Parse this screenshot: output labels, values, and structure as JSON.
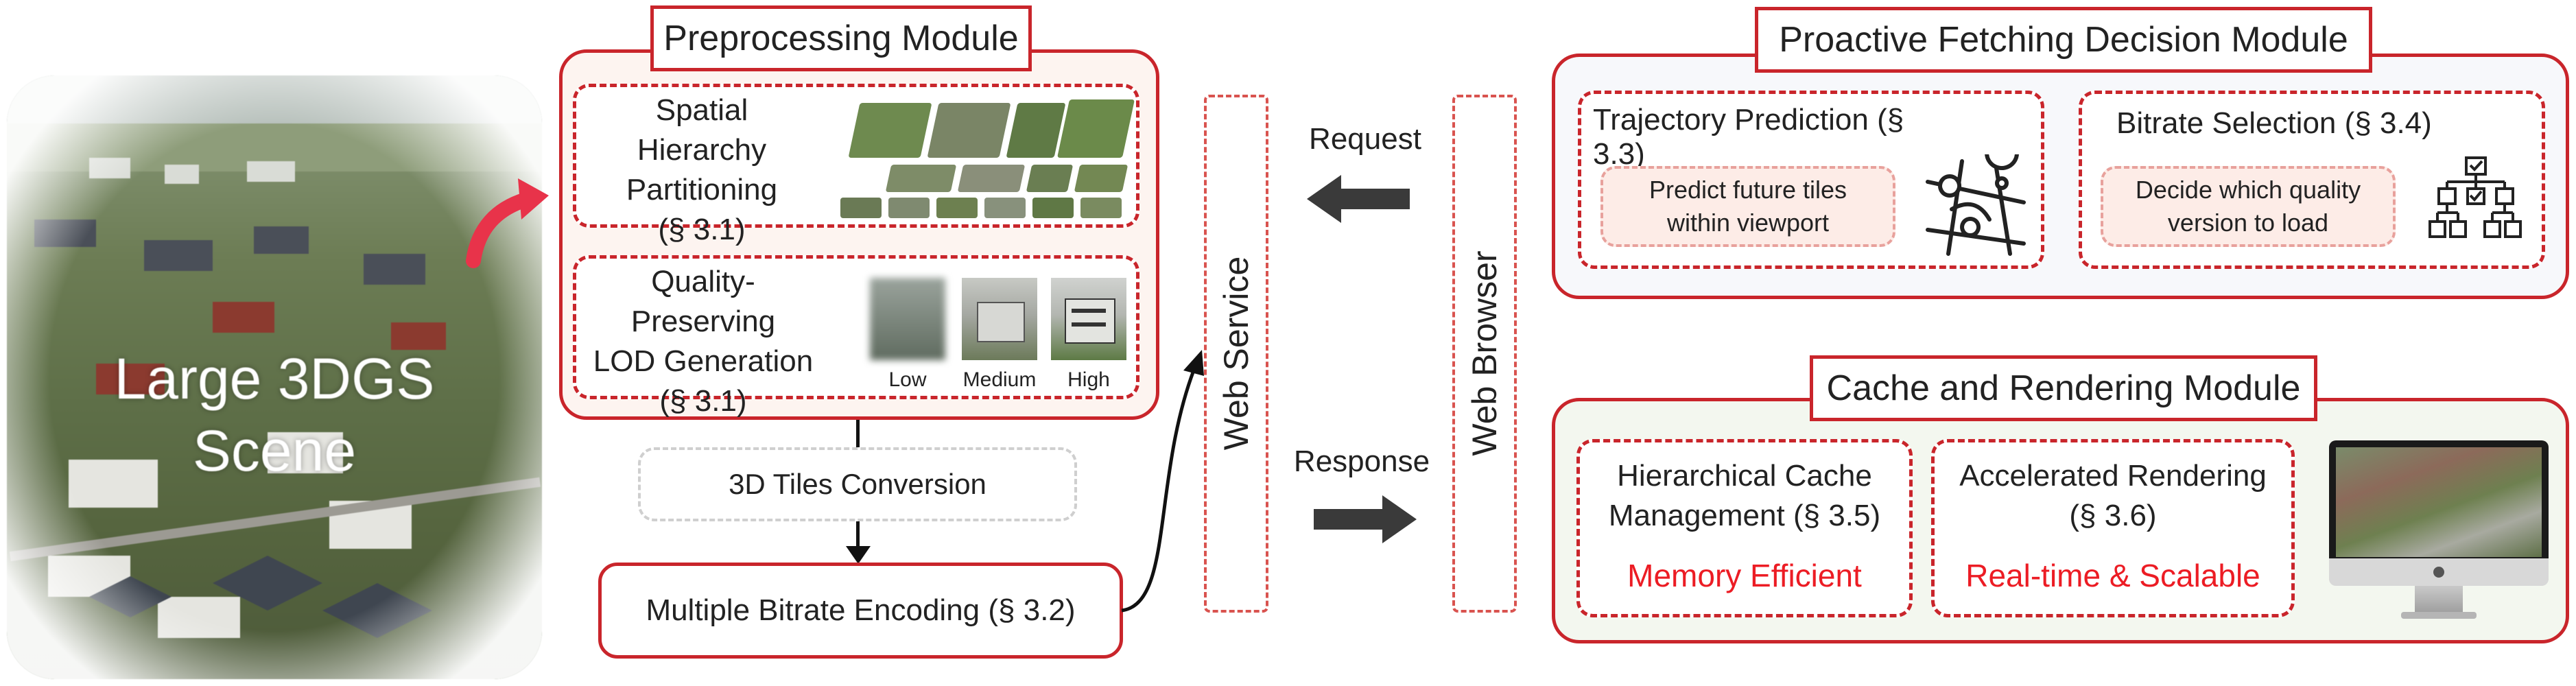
{
  "scene": {
    "label_line1": "Large 3DGS",
    "label_line2": "Scene"
  },
  "preprocessing": {
    "title": "Preprocessing Module",
    "spatial": {
      "line1": "Spatial Hierarchy",
      "line2": "Partitioning",
      "line3": "(§ 3.1)"
    },
    "lod": {
      "line1": "Quality-Preserving",
      "line2": "LOD Generation",
      "line3": "(§ 3.1)",
      "levels": [
        "Low",
        "Medium",
        "High"
      ]
    }
  },
  "tiles_conversion": "3D Tiles Conversion",
  "bitrate_encoding": "Multiple Bitrate Encoding (§ 3.2)",
  "web_service": "Web Service",
  "request": "Request",
  "response": "Response",
  "web_browser": "Web Browser",
  "proactive": {
    "title": "Proactive Fetching Decision Module",
    "trajectory": {
      "title": "Trajectory Prediction (§ 3.3)",
      "pill_line1": "Predict future tiles",
      "pill_line2": "within viewport",
      "icon": "map-route-icon"
    },
    "bitrate": {
      "title": "Bitrate Selection (§ 3.4)",
      "pill_line1": "Decide which quality",
      "pill_line2": "version  to load",
      "icon": "decision-tree-icon"
    }
  },
  "cache_module": {
    "title": "Cache and Rendering Module",
    "cache": {
      "line1": "Hierarchical Cache",
      "line2": "Management (§ 3.5)",
      "highlight": "Memory Efficient"
    },
    "render": {
      "line1": "Accelerated Rendering",
      "line2": "(§ 3.6)",
      "highlight": "Real-time & Scalable"
    },
    "icon": "imac-monitor-icon"
  },
  "colors": {
    "module_red": "#c9252b",
    "highlight_red": "#ec1c24",
    "pill_fill": "#fdece7",
    "arrow_gray": "#3a3a3a",
    "swoosh": "#e8334a"
  }
}
